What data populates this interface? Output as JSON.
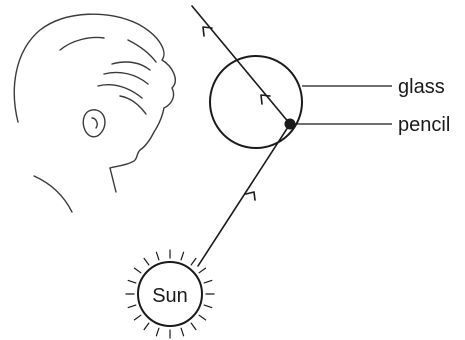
{
  "diagram": {
    "labels": {
      "glass": "glass",
      "pencil": "pencil",
      "sun": "Sun"
    },
    "colors": {
      "ink": "#1a1a1a",
      "sketch": "#3a3a3a",
      "background": "#ffffff"
    },
    "icons": {
      "observer": "child-head-icon",
      "sun": "sun-icon",
      "pencil": "pencil-dot-icon"
    }
  }
}
